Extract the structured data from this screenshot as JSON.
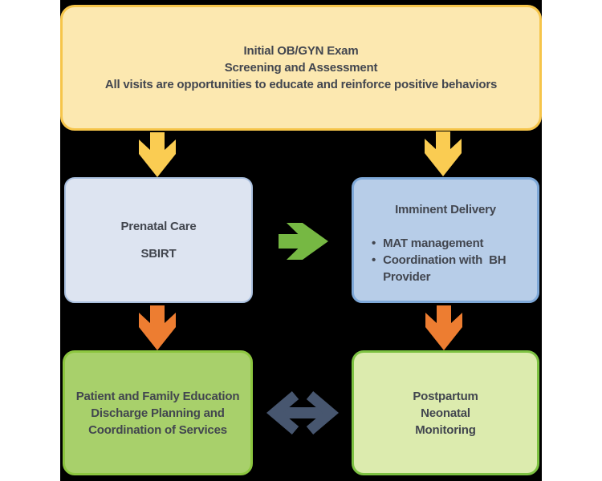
{
  "page": {
    "background": "#ffffff",
    "canvas_background": "#000000",
    "text_color": "#42464F"
  },
  "flowchart": {
    "top_box": {
      "fill": "#FCE8B0",
      "border": "#F6C54A",
      "lines": [
        "Initial OB/GYN Exam",
        "Screening and Assessment",
        "All visits are opportunities to educate and reinforce positive behaviors"
      ]
    },
    "prenatal_box": {
      "fill": "#DDE4F1",
      "border": "#A9BFDE",
      "lines": [
        "Prenatal Care",
        "SBIRT"
      ]
    },
    "imminent_box": {
      "fill": "#B7CDE8",
      "border": "#7EA8D8",
      "title": "Imminent Delivery",
      "bullet_char": "•",
      "bullets": [
        "MAT management",
        "Coordination with  BH Provider"
      ]
    },
    "education_box": {
      "fill": "#A8D06B",
      "border": "#8CC63F",
      "lines": [
        "Patient and Family Education",
        "Discharge Planning and",
        "Coordination of Services"
      ]
    },
    "postpartum_box": {
      "fill": "#DCEBAE",
      "border": "#7DC242",
      "lines": [
        "Postpartum",
        "Neonatal",
        "Monitoring"
      ]
    },
    "arrows": {
      "yellow_color": "#FACC52",
      "orange_color": "#ED7D31",
      "green_color": "#76B843",
      "slate_color": "#47566F"
    }
  }
}
